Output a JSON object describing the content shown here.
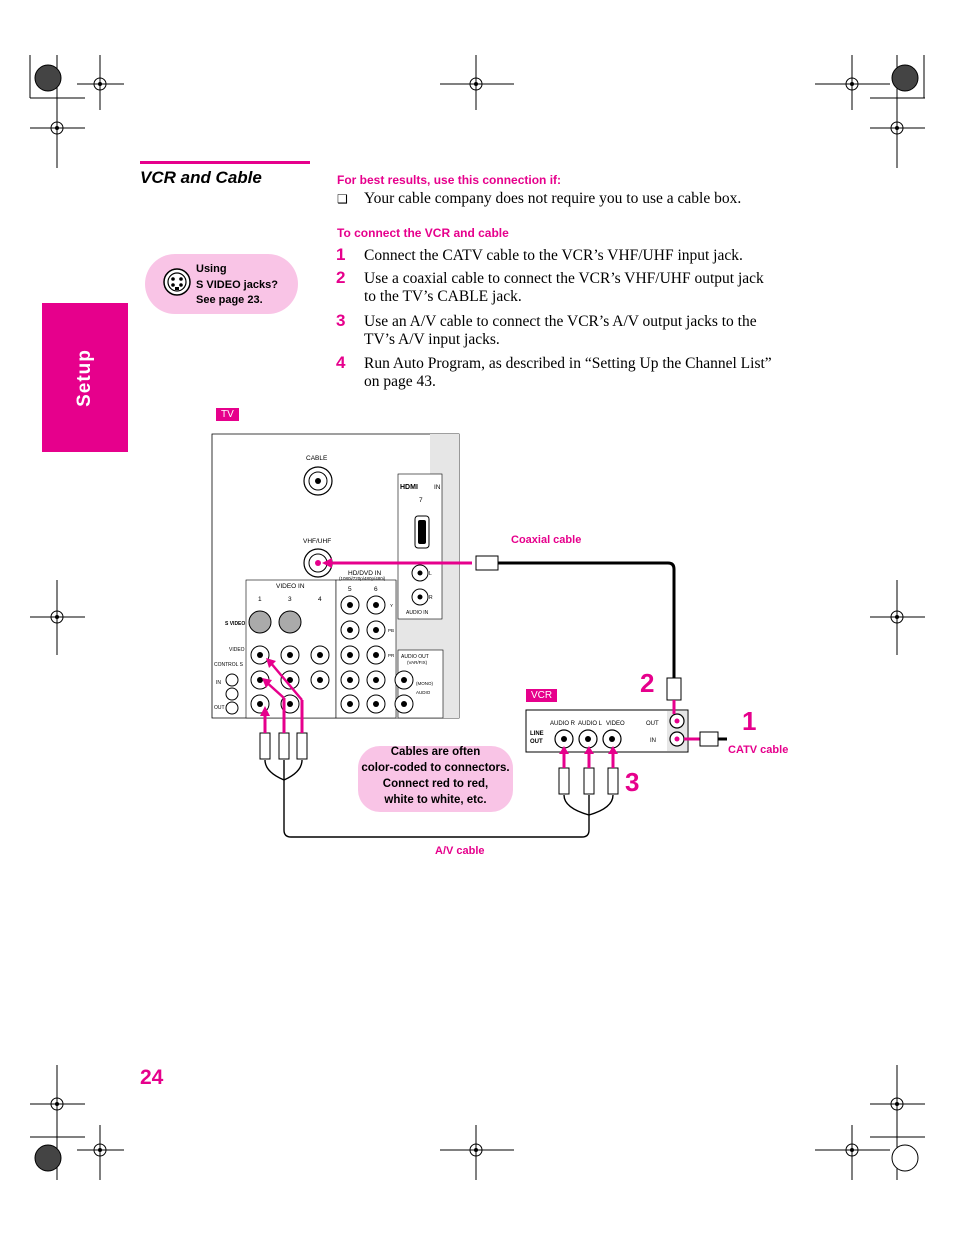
{
  "section": {
    "title": "VCR and Cable",
    "side_tab": "Setup",
    "page_number": "24"
  },
  "tip": {
    "line1": "Using",
    "line2": "S VIDEO jacks?",
    "line3": "See page 23.",
    "icon": "s-video-connector-icon"
  },
  "best_results": {
    "heading": "For best results, use this connection if:",
    "bullet_glyph": "❑",
    "item": "Your cable company does not require you to use a cable box."
  },
  "connect": {
    "heading": "To connect the VCR and cable",
    "steps": [
      {
        "num": "1",
        "text": "Connect the CATV cable to the VCR’s VHF/UHF input jack."
      },
      {
        "num": "2",
        "text_line1": "Use a coaxial cable to connect the VCR’s VHF/UHF output jack",
        "text_line2": "to the TV’s CABLE jack."
      },
      {
        "num": "3",
        "text_line1": "Use an A/V cable to connect the VCR’s A/V output jacks to the",
        "text_line2": "TV’s A/V input jacks."
      },
      {
        "num": "4",
        "text_line1": "Run Auto Program, as described in “Setting Up the Channel List”",
        "text_line2": "on page 43."
      }
    ]
  },
  "diagram": {
    "tv_tag": "TV",
    "vcr_tag": "VCR",
    "coaxial_label": "Coaxial cable",
    "catv_label": "CATV cable",
    "av_label": "A/V cable",
    "note_line1": "Cables are often",
    "note_line2": "color-coded to connectors.",
    "note_line3": "Connect red to red,",
    "note_line4": "white to white, etc.",
    "callout_1": "1",
    "callout_2": "2",
    "callout_3": "3",
    "tv_panel": {
      "cable": "CABLE",
      "hdmi": "HDMI",
      "hdmi_in": "IN",
      "hdmi_num": "7",
      "vhf_uhf": "VHF/UHF",
      "hd_dvd_in": "HD/DVD IN",
      "hd_dvd_sub": "(1080i/720p/480p/480i)",
      "video_in": "VIDEO IN",
      "n1": "1",
      "n3": "3",
      "n4": "4",
      "n5": "5",
      "n6": "6",
      "s_video": "S VIDEO",
      "video": "VIDEO",
      "control_s": "CONTROL S",
      "in": "IN",
      "out": "OUT",
      "audio_in": "AUDIO IN",
      "audio_out": "AUDIO OUT",
      "var_fix": "(VAR/FIX)",
      "l": "L",
      "r": "R",
      "mono": "(MONO)",
      "audio": "AUDIO",
      "y": "Y",
      "pb": "PB",
      "pr": "PR"
    },
    "vcr_panel": {
      "line_out_1": "LINE",
      "line_out_2": "OUT",
      "audio_r": "AUDIO R",
      "audio_l": "AUDIO L",
      "video": "VIDEO",
      "out": "OUT",
      "in": "IN"
    }
  },
  "colors": {
    "accent": "#e6008c",
    "bubble": "#f9c4e6",
    "panel_gray": "#e6e6e6"
  }
}
